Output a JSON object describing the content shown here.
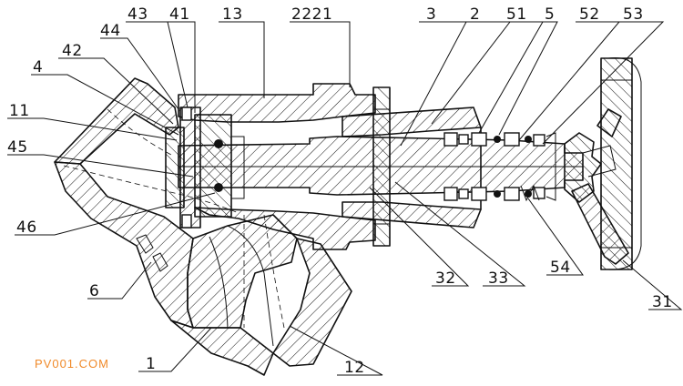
{
  "labels": {
    "l43": "43",
    "l41": "41",
    "l13": "13",
    "l2221": "2221",
    "l3": "3",
    "l2": "2",
    "l51": "51",
    "l5": "5",
    "l52": "52",
    "l53": "53",
    "l44": "44",
    "l42": "42",
    "l4": "4",
    "l11": "11",
    "l45": "45",
    "l46": "46",
    "l6": "6",
    "l1": "1",
    "l12": "12",
    "l32": "32",
    "l33": "33",
    "l54": "54",
    "l31": "31"
  },
  "watermark": "PV001.COM",
  "colors": {
    "line": "#111111",
    "watermark": "#f08a2a",
    "background": "#ffffff"
  }
}
